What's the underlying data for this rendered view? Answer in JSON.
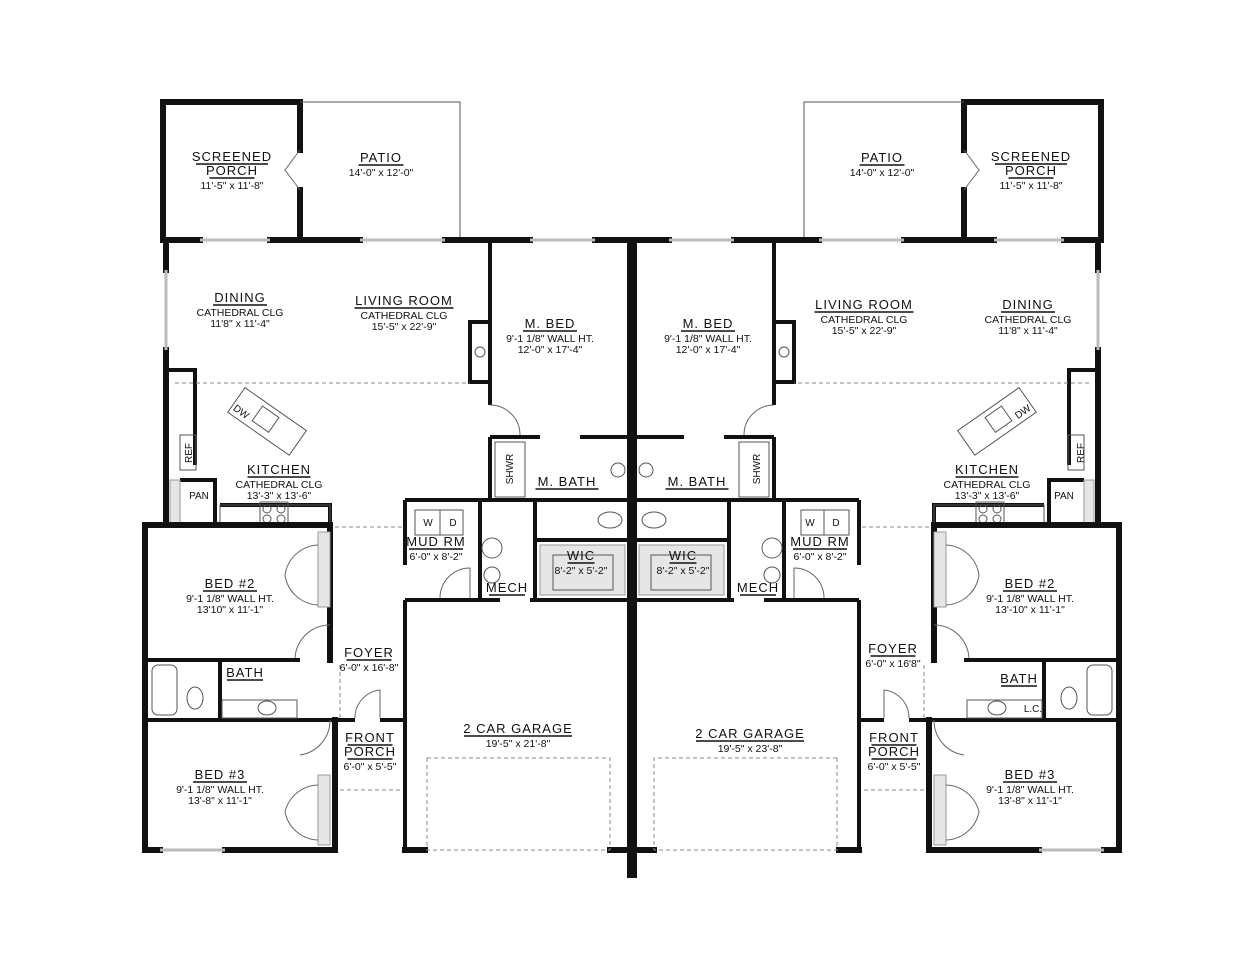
{
  "rooms": [
    {
      "id": "screened-porch-left",
      "title": [
        "SCREENED",
        "PORCH"
      ],
      "details": [
        "11'-5\" x 11'-8\""
      ]
    },
    {
      "id": "patio-left",
      "title": [
        "PATIO"
      ],
      "details": [
        "14'-0\" x 12'-0\""
      ]
    },
    {
      "id": "dining-left",
      "title": [
        "DINING"
      ],
      "details": [
        "CATHEDRAL CLG",
        "11'8\" x 11'-4\""
      ]
    },
    {
      "id": "living-room-left",
      "title": [
        "LIVING ROOM"
      ],
      "details": [
        "CATHEDRAL CLG",
        "15'-5\" x 22'-9\""
      ]
    },
    {
      "id": "master-bed-left",
      "title": [
        "M. BED"
      ],
      "details": [
        "9'-1 1/8\" WALL HT.",
        "12'-0\" x 17'-4\""
      ]
    },
    {
      "id": "kitchen-left",
      "title": [
        "KITCHEN"
      ],
      "details": [
        "CATHEDRAL CLG",
        "13'-3\" x 13'-6\""
      ]
    },
    {
      "id": "master-bath-left",
      "title": [
        "M. BATH"
      ],
      "details": []
    },
    {
      "id": "mud-room-left",
      "title": [
        "MUD RM"
      ],
      "details": [
        "6'-0\" x 8'-2\""
      ]
    },
    {
      "id": "wic-left",
      "title": [
        "WIC"
      ],
      "details": [
        "8'-2\" x 5'-2\""
      ]
    },
    {
      "id": "mech-left",
      "title": [
        "MECH"
      ],
      "details": []
    },
    {
      "id": "bed2-left",
      "title": [
        "BED #2"
      ],
      "details": [
        "9'-1 1/8\" WALL HT.",
        "13'10\" x 11'-1\""
      ]
    },
    {
      "id": "foyer-left",
      "title": [
        "FOYER"
      ],
      "details": [
        "6'-0\" x 16'-8\""
      ]
    },
    {
      "id": "bath-left",
      "title": [
        "BATH"
      ],
      "details": []
    },
    {
      "id": "garage-left",
      "title": [
        "2 CAR GARAGE"
      ],
      "details": [
        "19'-5\" x 21'-8\""
      ]
    },
    {
      "id": "front-porch-left",
      "title": [
        "FRONT",
        "PORCH"
      ],
      "details": [
        "6'-0\" x 5'-5\""
      ]
    },
    {
      "id": "bed3-left",
      "title": [
        "BED #3"
      ],
      "details": [
        "9'-1 1/8\" WALL HT.",
        "13'-8\" x 11'-1\""
      ]
    },
    {
      "id": "screened-porch-right",
      "title": [
        "SCREENED",
        "PORCH"
      ],
      "details": [
        "11'-5\" x 11'-8\""
      ]
    },
    {
      "id": "patio-right",
      "title": [
        "PATIO"
      ],
      "details": [
        "14'-0\" x 12'-0\""
      ]
    },
    {
      "id": "dining-right",
      "title": [
        "DINING"
      ],
      "details": [
        "CATHEDRAL CLG",
        "11'8\" x 11'-4\""
      ]
    },
    {
      "id": "living-room-right",
      "title": [
        "LIVING ROOM"
      ],
      "details": [
        "CATHEDRAL CLG",
        "15'-5\" x 22'-9\""
      ]
    },
    {
      "id": "master-bed-right",
      "title": [
        "M. BED"
      ],
      "details": [
        "9'-1 1/8\" WALL HT.",
        "12'-0\" x 17'-4\""
      ]
    },
    {
      "id": "kitchen-right",
      "title": [
        "KITCHEN"
      ],
      "details": [
        "CATHEDRAL CLG",
        "13'-3\" x 13'-6\""
      ]
    },
    {
      "id": "master-bath-right",
      "title": [
        "M. BATH"
      ],
      "details": []
    },
    {
      "id": "mud-room-right",
      "title": [
        "MUD RM"
      ],
      "details": [
        "6'-0\" x 8'-2\""
      ]
    },
    {
      "id": "wic-right",
      "title": [
        "WIC"
      ],
      "details": [
        "8'-2\" x 5'-2\""
      ]
    },
    {
      "id": "mech-right",
      "title": [
        "MECH"
      ],
      "details": []
    },
    {
      "id": "bed2-right",
      "title": [
        "BED #2"
      ],
      "details": [
        "9'-1 1/8\" WALL HT.",
        "13'-10\" x 11'-1\""
      ]
    },
    {
      "id": "foyer-right",
      "title": [
        "FOYER"
      ],
      "details": [
        "6'-0\" x 16'8\""
      ]
    },
    {
      "id": "bath-right",
      "title": [
        "BATH"
      ],
      "details": []
    },
    {
      "id": "garage-right",
      "title": [
        "2 CAR GARAGE"
      ],
      "details": [
        "19'-5\" x 23'-8\""
      ]
    },
    {
      "id": "front-porch-right",
      "title": [
        "FRONT",
        "PORCH"
      ],
      "details": [
        "6'-0\" x 5'-5\""
      ]
    },
    {
      "id": "bed3-right",
      "title": [
        "BED #3"
      ],
      "details": [
        "9'-1 1/8\" WALL HT.",
        "13'-8\" x 11'-1\""
      ]
    }
  ],
  "fixtures": {
    "dishwasher": "DW",
    "refrigerator": "REF",
    "pantry": "PAN",
    "shower": "SHWR",
    "washer": "W",
    "dryer": "D",
    "linen_closet": "L.C."
  }
}
